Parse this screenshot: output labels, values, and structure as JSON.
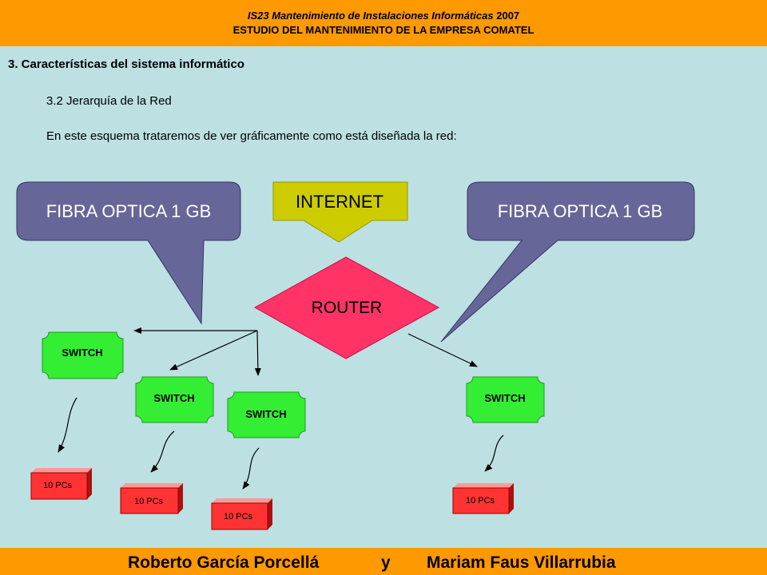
{
  "header": {
    "line1_italic": "IS23 Mantenimiento de Instalaciones Informáticas",
    "line1_year": "2007",
    "line2": "ESTUDIO DEL MANTENIMIENTO DE LA EMPRESA COMATEL"
  },
  "content": {
    "section_title": "3. Características del sistema informático",
    "subsection": "3.2 Jerarquía de la Red",
    "intro": "En este esquema trataremos de ver gráficamente como está diseñada la red:"
  },
  "diagram": {
    "callout_left": "FIBRA OPTICA 1 GB",
    "callout_right": "FIBRA OPTICA 1 GB",
    "internet": "INTERNET",
    "router": "ROUTER",
    "switches": [
      "SWITCH",
      "SWITCH",
      "SWITCH",
      "SWITCH"
    ],
    "pcs": [
      "10 PCs",
      "10 PCs",
      "10 PCs",
      "10 PCs"
    ]
  },
  "footer": {
    "author1": "Roberto García Porcellá",
    "conj": "y",
    "author2": "Mariam Faus Villarrubia"
  },
  "colors": {
    "header_bg": "#ff9900",
    "page_bg": "#bde0e3",
    "callout": "#666699",
    "internet": "#cccc00",
    "router": "#ff3366",
    "switch": "#33ee33",
    "pc_box": "#ff3333"
  }
}
